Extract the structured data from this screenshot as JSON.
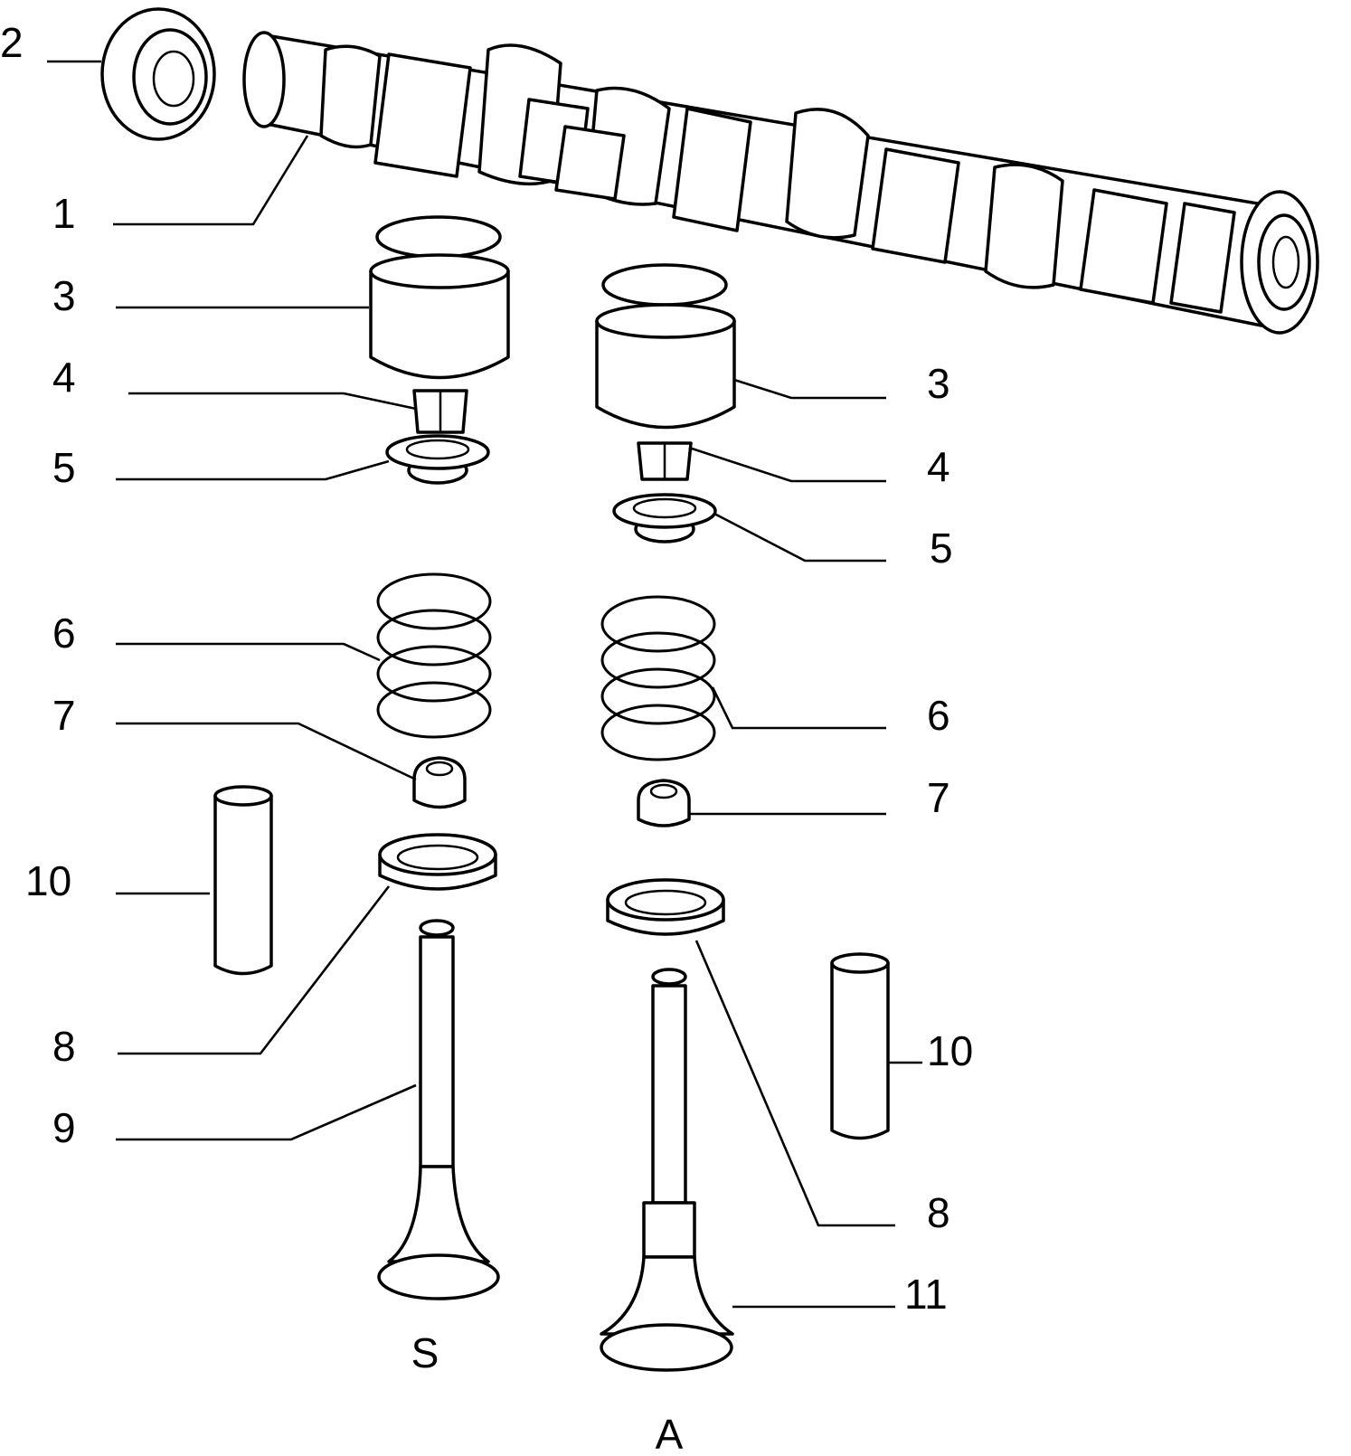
{
  "diagram": {
    "callouts": {
      "camshaft": "1",
      "oil_seal": "2",
      "tappet_left": "3",
      "tappet_right": "3",
      "cotter_left": "4",
      "cotter_right": "4",
      "upper_cup_left": "5",
      "upper_cup_right": "5",
      "spring_left": "6",
      "spring_right": "6",
      "stem_seal_left": "7",
      "stem_seal_right": "7",
      "lower_cup_left": "8",
      "lower_cup_right": "8",
      "intake_valve": "9",
      "guide_left": "10",
      "guide_right": "10",
      "exhaust_valve": "11"
    },
    "valve_labels": {
      "intake": "S",
      "exhaust": "A"
    }
  }
}
